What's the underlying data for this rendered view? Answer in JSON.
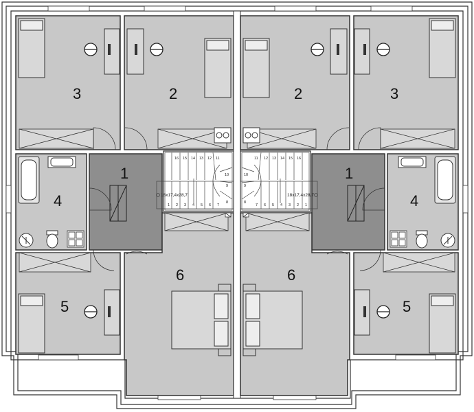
{
  "units": {
    "left": {
      "rooms": {
        "hall": "1",
        "bedroom_top_right": "2",
        "bedroom_top_left": "3",
        "bathroom": "4",
        "bedroom_bottom_left": "5",
        "master_bedroom": "6"
      },
      "stair": {
        "dimension": "18x17,4x28,7",
        "steps_top": [
          "16",
          "15",
          "14",
          "13",
          "12",
          "11"
        ],
        "steps_right": [
          "10",
          "9",
          "8"
        ],
        "steps_bottom": [
          "1",
          "2",
          "3",
          "4",
          "5",
          "6",
          "7"
        ]
      }
    },
    "right": {
      "rooms": {
        "hall": "1",
        "bedroom_top_left": "2",
        "bedroom_top_right": "3",
        "bathroom": "4",
        "bedroom_bottom_right": "5",
        "master_bedroom": "6"
      },
      "stair": {
        "dimension": "18x17,4x28,7",
        "steps_top": [
          "16",
          "15",
          "14",
          "13",
          "12",
          "11"
        ],
        "steps_left": [
          "10",
          "9",
          "8"
        ],
        "steps_bottom": [
          "1",
          "2",
          "3",
          "4",
          "5",
          "6",
          "7"
        ]
      }
    }
  },
  "colors": {
    "room_fill": "#c8c8c8",
    "hall_fill": "#8e8e8e",
    "wall": "#333333",
    "background": "#ffffff"
  },
  "icons": [
    "bed-icon",
    "office-chair-icon",
    "desk-icon",
    "bathtub-icon",
    "toilet-icon",
    "sink-icon",
    "stove-icon",
    "chimney-icon",
    "double-bed-icon"
  ]
}
